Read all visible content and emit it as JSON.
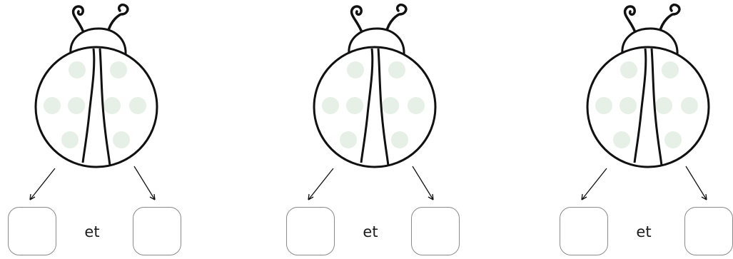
{
  "exercises": [
    {
      "conjunction": "et"
    },
    {
      "conjunction": "et"
    },
    {
      "conjunction": "et"
    }
  ],
  "colors": {
    "outline": "#111111",
    "spot": "#e6f0e6",
    "box_border": "#8a8a8a"
  },
  "icons": {
    "ladybug": "ladybug-icon",
    "arrow": "arrow-icon"
  }
}
